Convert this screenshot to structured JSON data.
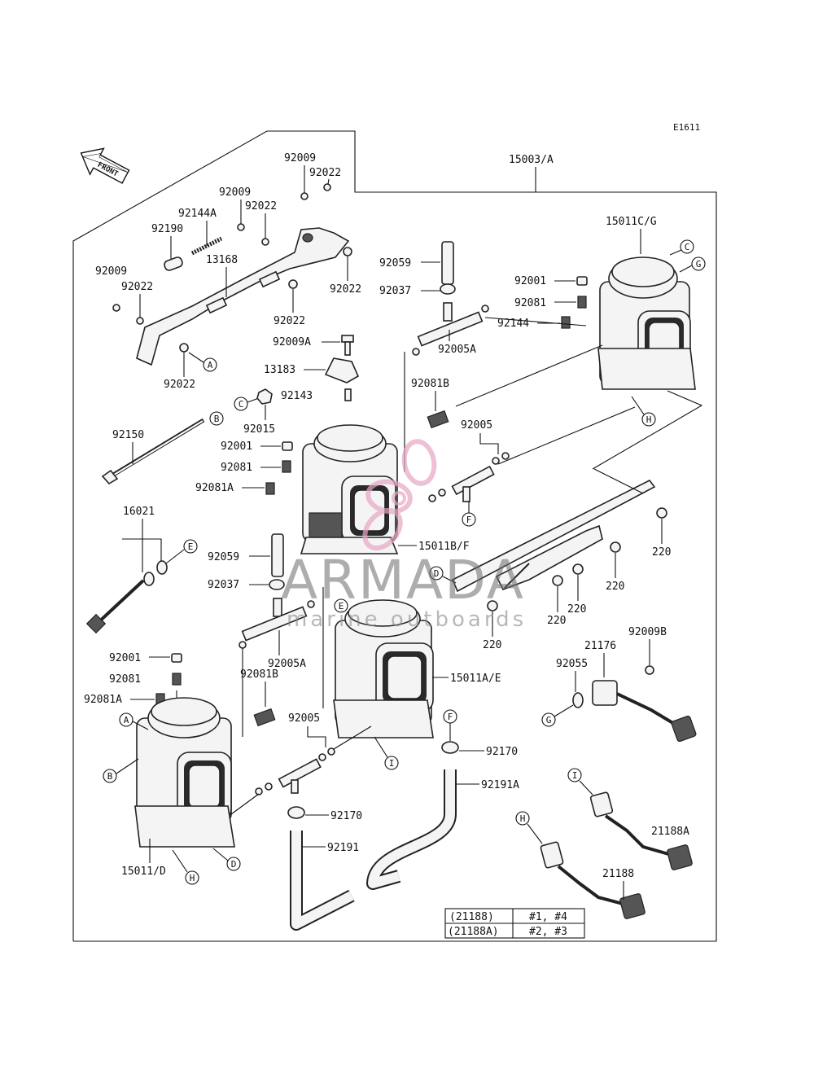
{
  "diagram_code": "E1611",
  "front_label": "FRONT",
  "part_labels": {
    "p15003A": "15003/A",
    "p92009_top": "92009",
    "p92022_top": "92022",
    "p92009_b": "92009",
    "p92022_b": "92022",
    "p92144A": "92144A",
    "p92190": "92190",
    "p13168": "13168",
    "p92009_c": "92009",
    "p92022_c": "92022",
    "p92022_d": "92022",
    "p92022_e": "92022",
    "p92022_f": "92022",
    "p92059_top": "92059",
    "p92037_top": "92037",
    "p92009A": "92009A",
    "p13183": "13183",
    "p92143": "92143",
    "p92005A_top": "92005A",
    "p92081B_top": "92081B",
    "p92015": "92015",
    "p92150": "92150",
    "p92001_mid": "92001",
    "p92081_mid": "92081",
    "p92081A_mid": "92081A",
    "p92005_mid": "92005",
    "p16021": "16021",
    "p15011BF": "15011B/F",
    "p15011CG": "15011C/G",
    "p92001_r": "92001",
    "p92081_r": "92081",
    "p92144": "92144",
    "p92059_low": "92059",
    "p92037_low": "92037",
    "p92005A_low": "92005A",
    "p92081B_low": "92081B",
    "p92001_l": "92001",
    "p92081_l": "92081",
    "p92081A_l": "92081A",
    "p92005_low": "92005",
    "p15011AE": "15011A/E",
    "p15011D": "15011/D",
    "p220_a": "220",
    "p220_b": "220",
    "p220_c": "220",
    "p220_d": "220",
    "p220_e": "220",
    "p21176": "21176",
    "p92009B": "92009B",
    "p92055": "92055",
    "p92170_a": "92170",
    "p92191A": "92191A",
    "p92170_b": "92170",
    "p92191": "92191",
    "p21188A": "21188A",
    "p21188": "21188"
  },
  "callouts": {
    "A1": "A",
    "B1": "B",
    "C1": "C",
    "C2": "C",
    "G1": "G",
    "H1": "H",
    "E1": "E",
    "D1": "D",
    "F1": "F",
    "E2": "E",
    "A2": "A",
    "B2": "B",
    "I1": "I",
    "H2": "H",
    "D2": "D",
    "G2": "G",
    "F2": "F",
    "I2": "I",
    "H3": "H"
  },
  "legend_table": {
    "rows": [
      {
        "part": "(21188)",
        "cyl": "#1, #4"
      },
      {
        "part": "(21188A)",
        "cyl": "#2, #3"
      }
    ]
  },
  "watermark": {
    "brand": "ARMADA",
    "tagline": "marine outboards",
    "logo_color": "#e7a6c4"
  }
}
